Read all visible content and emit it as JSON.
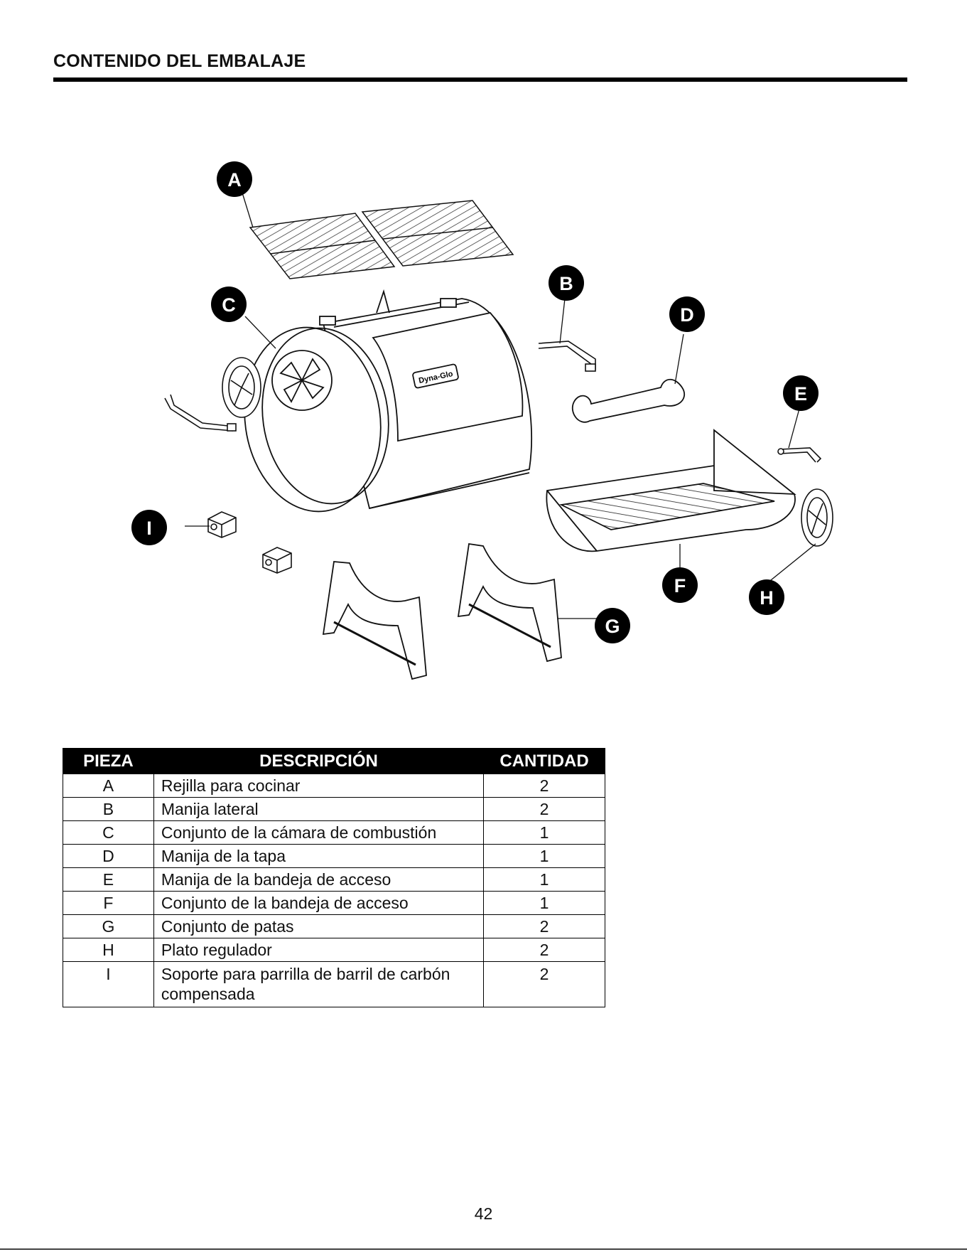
{
  "header": {
    "title": "CONTENIDO DEL EMBALAJE"
  },
  "diagram": {
    "callouts": [
      "A",
      "B",
      "C",
      "D",
      "E",
      "F",
      "G",
      "H",
      "I"
    ],
    "logo_text": "Dyna-Glo"
  },
  "table": {
    "columns": [
      "PIEZA",
      "DESCRIPCIÓN",
      "CANTIDAD"
    ],
    "rows": [
      {
        "part": "A",
        "description": "Rejilla para cocinar",
        "quantity": "2"
      },
      {
        "part": "B",
        "description": "Manija lateral",
        "quantity": "2"
      },
      {
        "part": "C",
        "description": "Conjunto de la cámara de combustión",
        "quantity": "1"
      },
      {
        "part": "D",
        "description": "Manija de la tapa",
        "quantity": "1"
      },
      {
        "part": "E",
        "description": "Manija de la bandeja de acceso",
        "quantity": "1"
      },
      {
        "part": "F",
        "description": "Conjunto de la bandeja de acceso",
        "quantity": "1"
      },
      {
        "part": "G",
        "description": "Conjunto de patas",
        "quantity": "2"
      },
      {
        "part": "H",
        "description": "Plato regulador",
        "quantity": "2"
      },
      {
        "part": "I",
        "description": "Soporte para parrilla de barril de carbón compensada",
        "quantity": "2"
      }
    ]
  },
  "footer": {
    "page_number": "42"
  }
}
